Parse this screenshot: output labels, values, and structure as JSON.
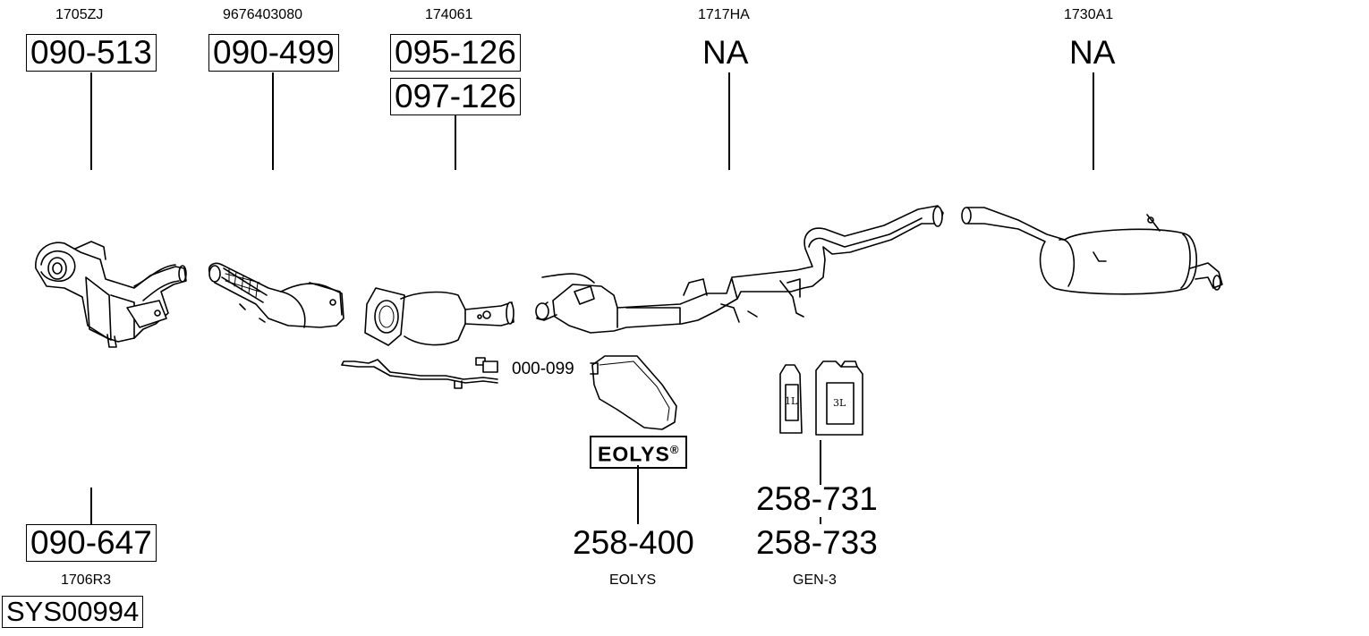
{
  "columns": [
    {
      "oem": "1705ZJ",
      "parts": [
        "090-513"
      ]
    },
    {
      "oem": "9676403080",
      "parts": [
        "090-499"
      ]
    },
    {
      "oem": "174061",
      "parts": [
        "095-126",
        "097-126"
      ]
    },
    {
      "oem": "1717HA",
      "parts": [
        "NA"
      ]
    },
    {
      "oem": "1730A1",
      "parts": [
        "NA"
      ]
    }
  ],
  "bottom": {
    "kit_part": "090-647",
    "kit_oem": "1706R3",
    "system_code": "SYS00994",
    "sensor_part": "000-099",
    "additive_brand": "EOLYS",
    "additive_brand_mark": "®",
    "additive_part": "258-400",
    "additive_label": "EOLYS",
    "fluid_parts": [
      "258-731",
      "258-733"
    ],
    "fluid_label": "GEN-3",
    "fluid_small_label": "1L",
    "fluid_large_label": "3L"
  }
}
